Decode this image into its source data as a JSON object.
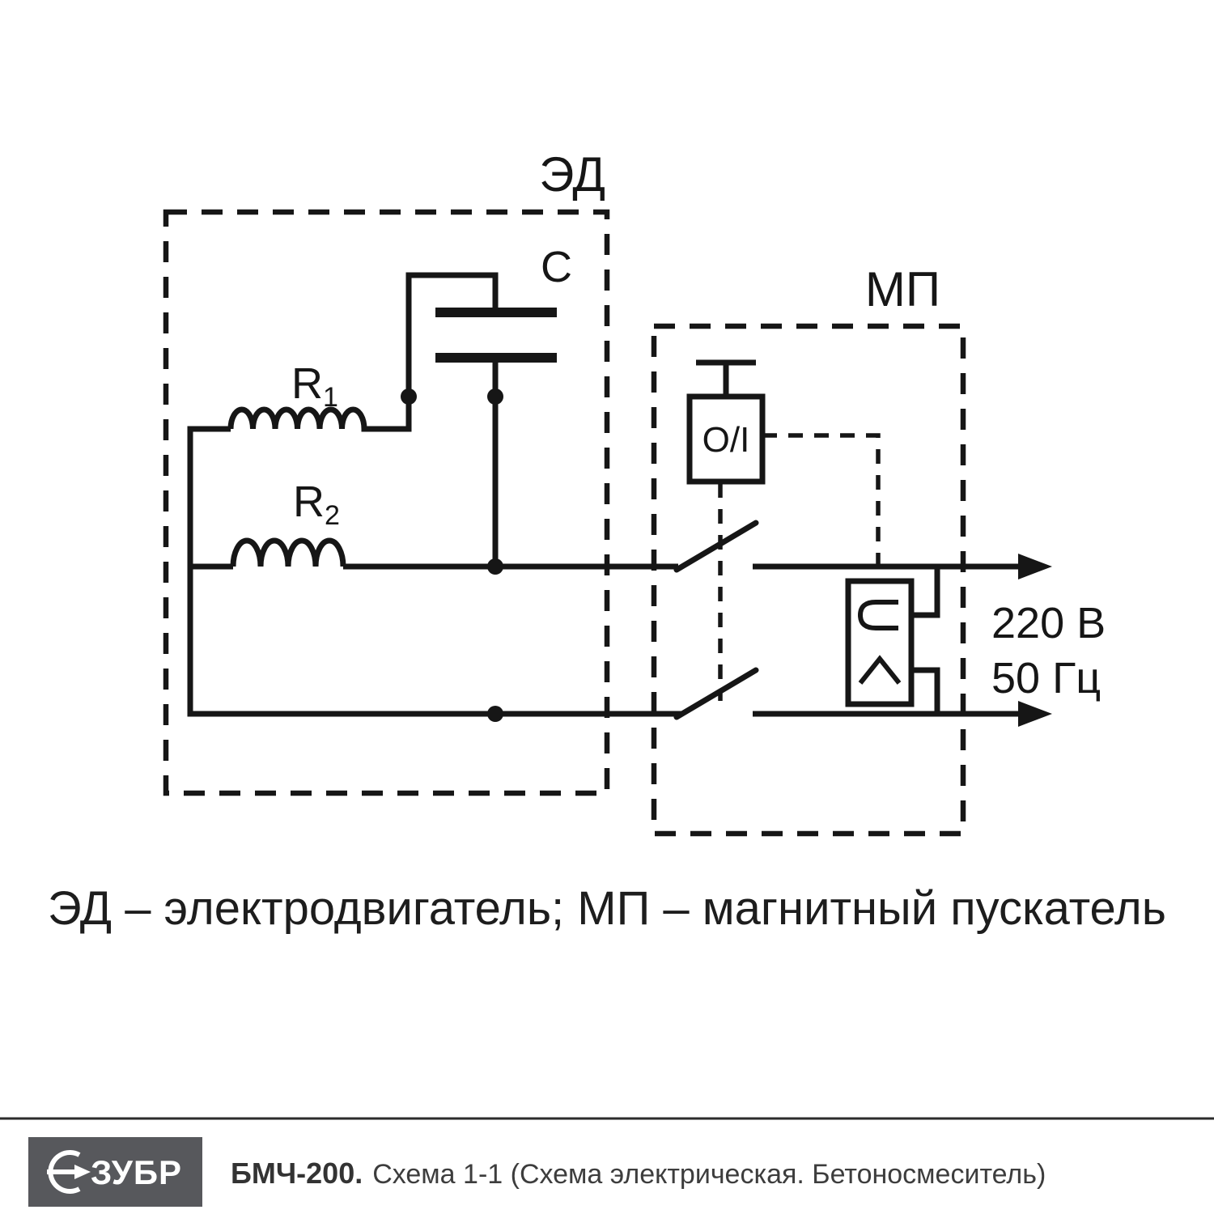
{
  "diagram": {
    "blocks": {
      "motor_label": "ЭД",
      "starter_label": "МП"
    },
    "components": {
      "capacitor_label": "C",
      "r1": {
        "base": "R",
        "sub": "1"
      },
      "r2": {
        "base": "R",
        "sub": "2"
      },
      "button_label": "O/I"
    },
    "supply": {
      "voltage": "220 В",
      "frequency": "50 Гц"
    },
    "caption": "ЭД – электродвигатель; МП – магнитный пускатель"
  },
  "footer": {
    "brand": "ЗУБР",
    "model": "БМЧ-200.",
    "description": "Схема 1-1 (Схема электрическая. Бетоносмеситель)"
  },
  "colors": {
    "line": "#161616",
    "logo_bg": "#57585c",
    "separator": "#2b2b2b"
  }
}
